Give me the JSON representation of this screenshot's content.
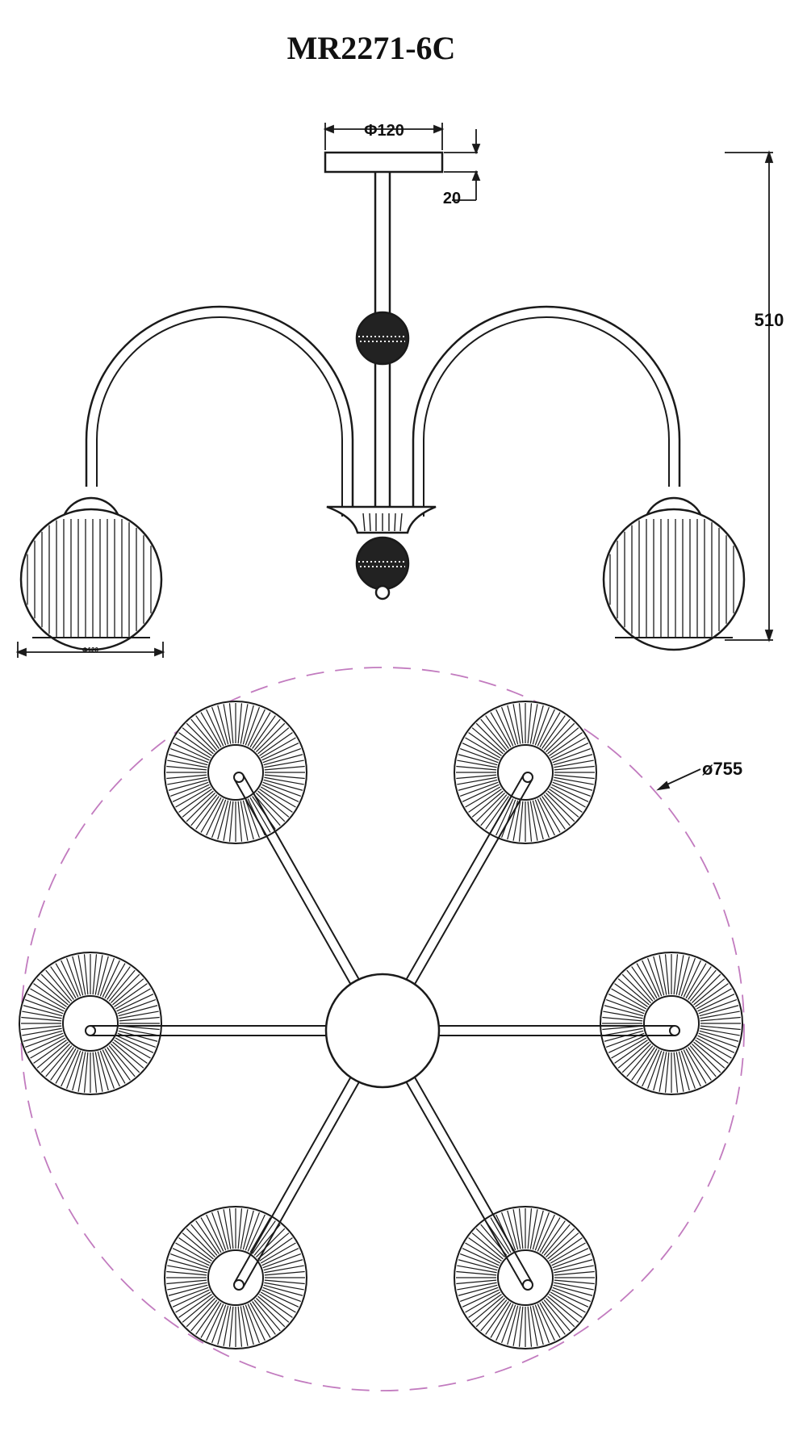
{
  "drawing": {
    "model_title": "MR2271-6C",
    "canopy_diameter_label": "Φ120",
    "canopy_height_label": "20",
    "total_height_label": "510",
    "shade_diameter_label": "Φ120",
    "overall_diameter_label": "ø755",
    "line_color": "#1a1a1a",
    "circle_color": "#c27bbf"
  }
}
